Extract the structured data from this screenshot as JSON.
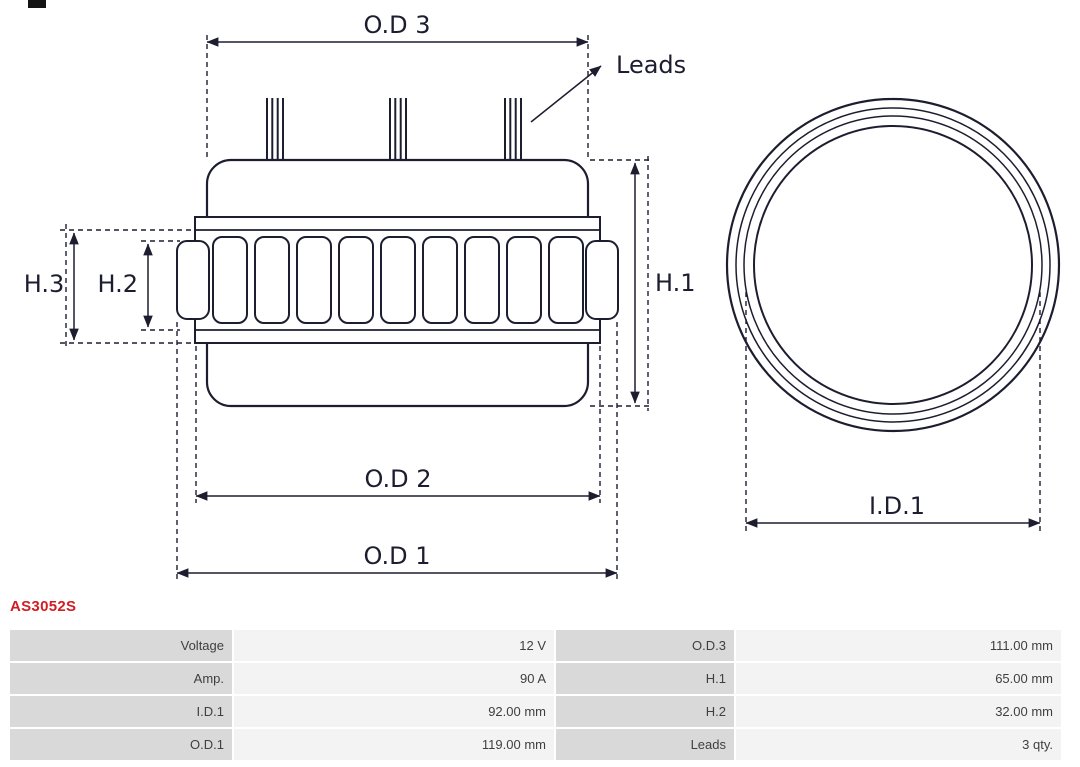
{
  "part_number": "AS3052S",
  "colors": {
    "line": "#1d1d30",
    "accent_red": "#d01e23",
    "table_label_bg": "#d9d9d9",
    "table_value_bg": "#f3f3f3"
  },
  "diagram": {
    "labels": {
      "od3": "O.D 3",
      "od2": "O.D 2",
      "od1": "O.D 1",
      "h1": "H.1",
      "h2": "H.2",
      "h3": "H.3",
      "id1": "I.D.1",
      "leads": "Leads"
    }
  },
  "table": {
    "rows": [
      {
        "label1": "Voltage",
        "value1": "12 V",
        "label2": "O.D.3",
        "value2": "111.00 mm"
      },
      {
        "label1": "Amp.",
        "value1": "90 A",
        "label2": "H.1",
        "value2": "65.00 mm"
      },
      {
        "label1": "I.D.1",
        "value1": "92.00 mm",
        "label2": "H.2",
        "value2": "32.00 mm"
      },
      {
        "label1": "O.D.1",
        "value1": "119.00 mm",
        "label2": "Leads",
        "value2": "3 qty."
      }
    ]
  }
}
